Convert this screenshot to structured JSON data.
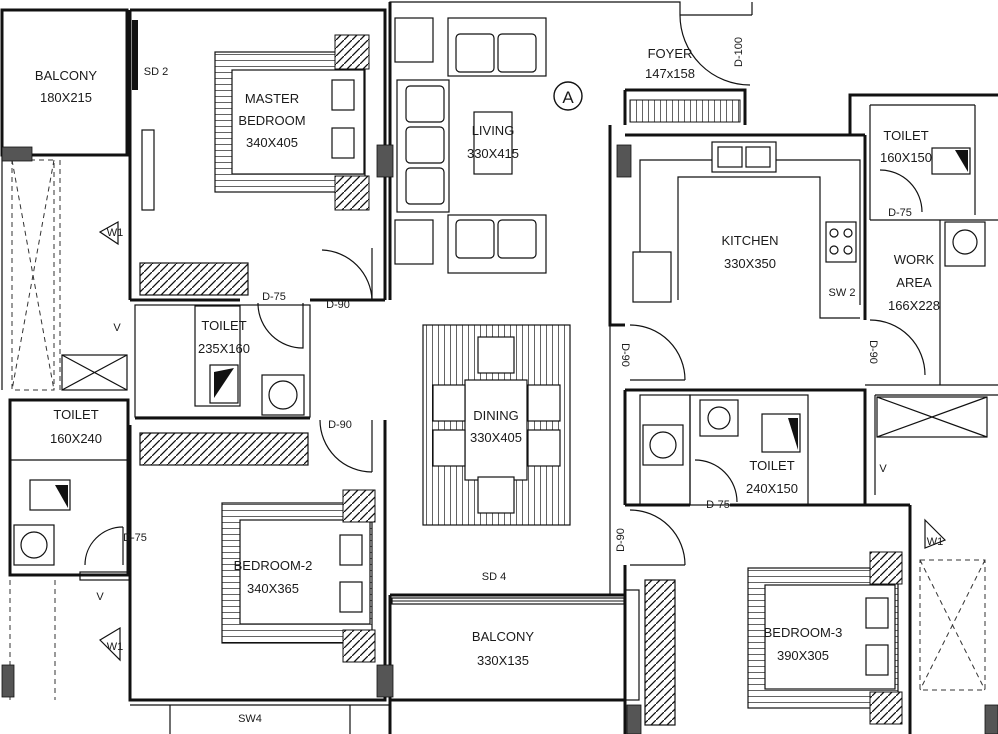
{
  "rooms": {
    "balcony1": {
      "name": "BALCONY",
      "size": "180X215"
    },
    "master": {
      "name": "MASTER",
      "name2": "BEDROOM",
      "size": "340X405"
    },
    "living": {
      "name": "LIVING",
      "size": "330X415"
    },
    "foyer": {
      "name": "FOYER",
      "size": "147x158"
    },
    "toilet_tr": {
      "name": "TOILET",
      "size": "160X150"
    },
    "kitchen": {
      "name": "KITCHEN",
      "size": "330X350"
    },
    "work": {
      "name": "WORK",
      "name2": "AREA",
      "size": "166X228"
    },
    "toilet_c": {
      "name": "TOILET",
      "size": "235X160"
    },
    "toilet_l": {
      "name": "TOILET",
      "size": "160X240"
    },
    "dining": {
      "name": "DINING",
      "size": "330X405"
    },
    "toilet_r": {
      "name": "TOILET",
      "size": "240X150"
    },
    "bedroom2": {
      "name": "BEDROOM-2",
      "size": "340X365"
    },
    "balcony2": {
      "name": "BALCONY",
      "size": "330X135"
    },
    "bedroom3": {
      "name": "BEDROOM-3",
      "size": "390X305"
    }
  },
  "labels": {
    "sd2": "SD 2",
    "sd4": "SD 4",
    "sw2": "SW 2",
    "sw4": "SW4",
    "d75a": "D-75",
    "d75b": "D-75",
    "d75c": "D-75",
    "d75d": "D-75",
    "d90a": "D-90",
    "d90b": "D-90",
    "d90c": "D-90",
    "d90d": "D-90",
    "d90e": "D-90",
    "d100": "D-100",
    "w1a": "W1",
    "w1b": "W1",
    "w1c": "W1",
    "va": "V",
    "vb": "V",
    "vc": "V",
    "marker": "A"
  }
}
